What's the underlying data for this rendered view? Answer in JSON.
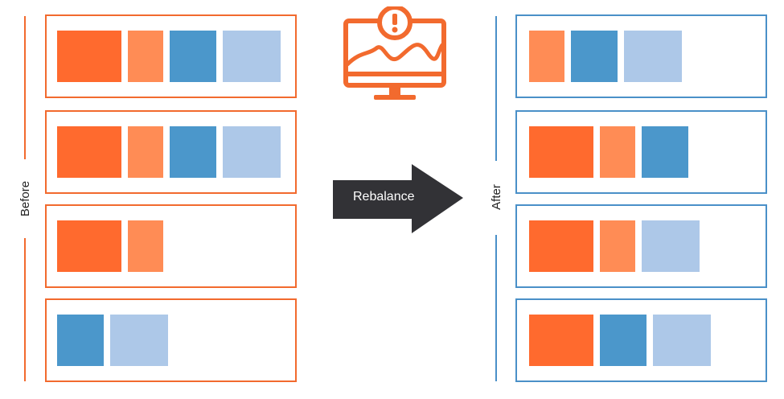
{
  "colors": {
    "before_border": "#f26a2e",
    "after_border": "#4a90c8",
    "dark_orange": "#ff6a2e",
    "light_orange": "#ff8c55",
    "dark_blue": "#4b97cb",
    "light_blue": "#adc8e8",
    "arrow": "#323236",
    "alert_icon": "#f26a2e"
  },
  "before": {
    "label": "Before",
    "rows": [
      [
        "dark_orange",
        "light_orange",
        "dark_blue",
        "light_blue"
      ],
      [
        "dark_orange",
        "light_orange",
        "dark_blue",
        "light_blue"
      ],
      [
        "dark_orange",
        "light_orange"
      ],
      [
        "dark_blue",
        "light_blue"
      ]
    ]
  },
  "arrow": {
    "label": "Rebalance"
  },
  "icon": {
    "name": "monitor-alert-icon"
  },
  "after": {
    "label": "After",
    "rows": [
      [
        "light_orange",
        "dark_blue",
        "light_blue"
      ],
      [
        "dark_orange",
        "light_orange",
        "dark_blue"
      ],
      [
        "dark_orange",
        "light_orange",
        "light_blue"
      ],
      [
        "dark_orange",
        "dark_blue",
        "light_blue"
      ]
    ]
  }
}
